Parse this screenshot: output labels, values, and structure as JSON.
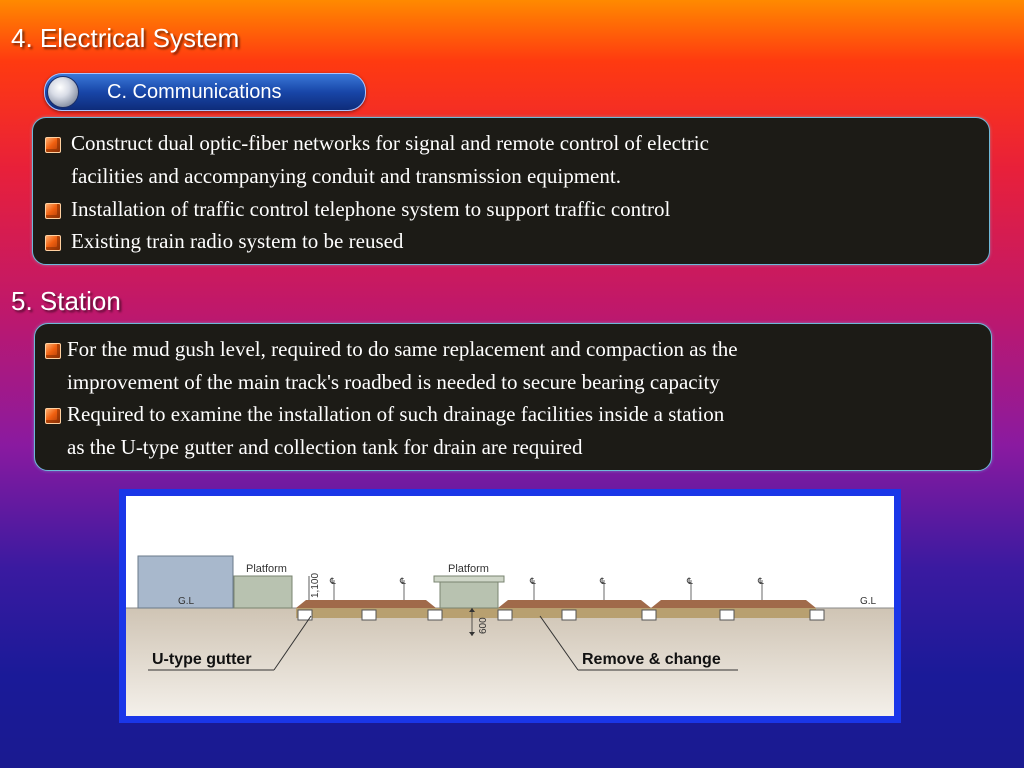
{
  "headings": {
    "electrical": "4. Electrical System",
    "station": "5. Station"
  },
  "subsection": {
    "label": "C. Communications"
  },
  "communications": {
    "bullets": [
      "Construct dual optic-fiber networks for signal and remote control of electric\nfacilities and accompanying conduit and transmission equipment.",
      "Installation of traffic control telephone system to support traffic control",
      "Existing train radio system to be reused"
    ]
  },
  "station": {
    "bullets": [
      "For the mud gush level, required to do same replacement and compaction as the\nimprovement of the main track's roadbed is needed to secure bearing capacity",
      "Required to examine the installation of such drainage facilities inside a station\nas the U-type gutter and collection tank for drain are required"
    ]
  },
  "diagram": {
    "platform_left": "Platform",
    "platform_center": "Platform",
    "gl_left": "G.L",
    "gl_right": "G.L",
    "dim_height": "1,100",
    "dim_depth": "600",
    "centerline": "℄",
    "callout_gutter": "U-type gutter",
    "callout_remove": "Remove & change",
    "colors": {
      "frame": "#1a36e8",
      "ground": "#d8cfc2",
      "ballast": "#a06a4a",
      "platform": "#b8c2b0",
      "building": "#a8b8cc"
    }
  }
}
